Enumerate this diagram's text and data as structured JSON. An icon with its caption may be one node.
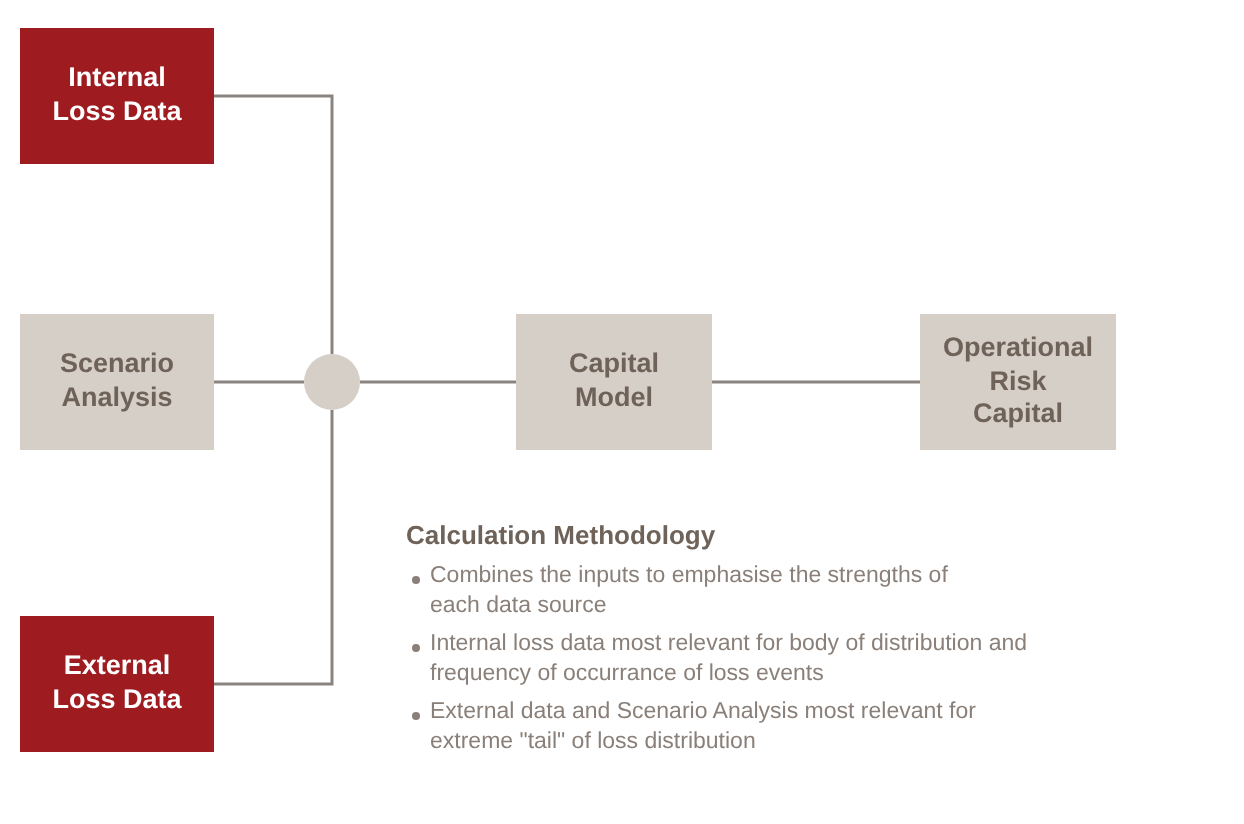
{
  "diagram": {
    "nodes": [
      {
        "text": [
          "Internal Loss Data"
        ]
      },
      {
        "text": [
          "Scenario Analysis"
        ]
      },
      {
        "text": [],
        "shape": "circle"
      },
      {
        "text": [
          "Capital Model"
        ]
      },
      {
        "text": [
          "Operational Risk Capital"
        ]
      },
      {
        "text": [
          "External Loss Data"
        ]
      }
    ],
    "edges": [
      {
        "from": 0,
        "to": 2,
        "arrow": "none"
      },
      {
        "from": 1,
        "to": 2,
        "arrow": "none"
      },
      {
        "from": 5,
        "to": 2,
        "arrow": "none"
      },
      {
        "from": 2,
        "to": 3,
        "arrow": "none"
      },
      {
        "from": 3,
        "to": 4,
        "arrow": "none"
      }
    ],
    "labels": [
      "Calculation Methodology",
      "Combines the inputs to emphasise the strengths of each data source",
      "Internal loss data most relevant for body of distribution and frequency of occurrance of loss events",
      "External data and Scenario Analysis most relevant for extreme \"tail\" of loss distribution"
    ]
  }
}
